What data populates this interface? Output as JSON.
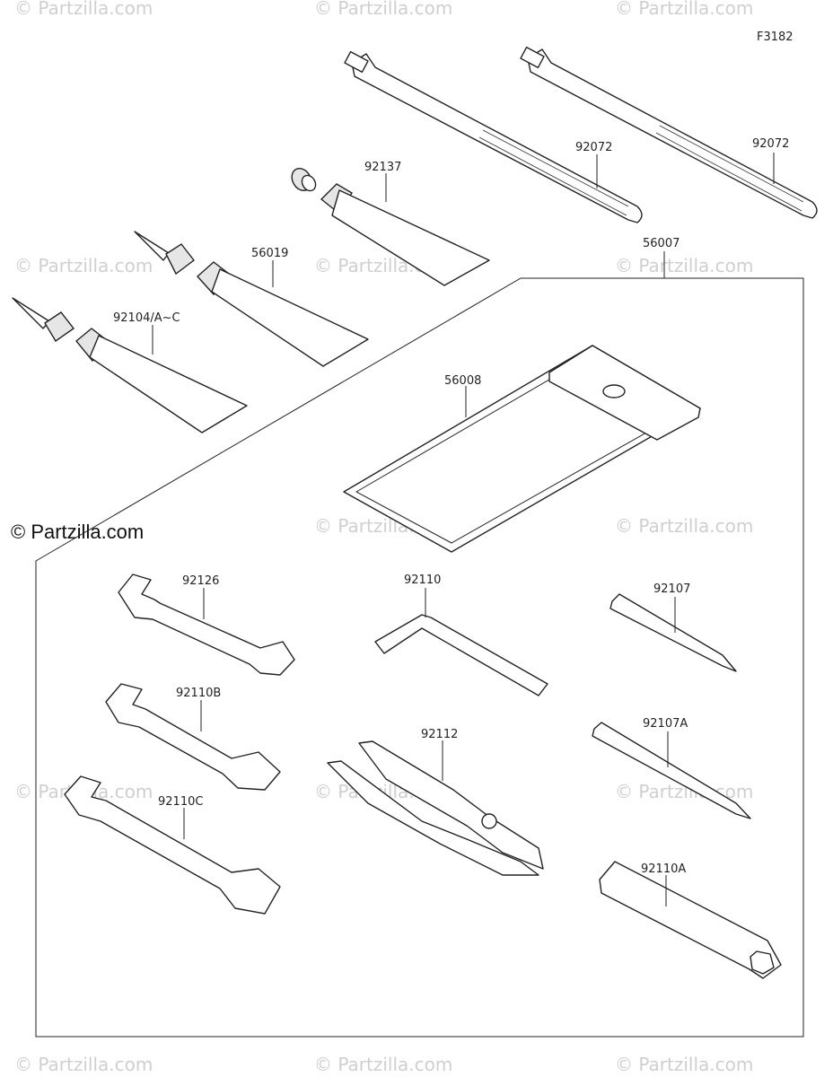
{
  "figure_code": "F3182",
  "watermark": "© Partzilla.com",
  "parts": {
    "tie_left": "92072",
    "tie_right": "92072",
    "tube_small": "92137",
    "tube_mid": "56019",
    "tube_big": "92104/A~C",
    "tool_kit": "56007",
    "pouch": "56008",
    "wrench_92126": "92126",
    "hex_key": "92110",
    "screwdriver_phillips": "92107",
    "wrench_92110b": "92110B",
    "pliers": "92112",
    "screwdriver_combo": "92107A",
    "wrench_92110c": "92110C",
    "box_wrench": "92110A"
  }
}
